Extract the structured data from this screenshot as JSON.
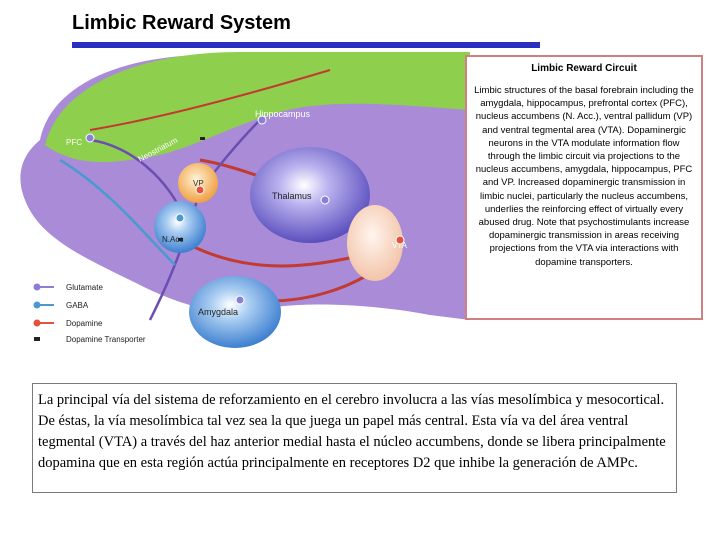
{
  "header": {
    "title": "Limbic Reward System"
  },
  "diagram": {
    "regions": {
      "hippocampus": "Hippocampus",
      "pfc": "PFC",
      "neostriatum": "Neostriatum",
      "vp": "VP",
      "thalamus": "Thalamus",
      "nacc": "N.Acc",
      "vta": "VTA",
      "amygdala": "Amygdala"
    },
    "legend": [
      {
        "label": "Glutamate",
        "color": "#8a7fd6"
      },
      {
        "label": "GABA",
        "color": "#4a9ad0"
      },
      {
        "label": "Dopamine",
        "color": "#e2523c"
      },
      {
        "label": "Dopamine Transporter",
        "color": "#222222"
      }
    ],
    "colors": {
      "cortex": "#a98bd8",
      "hippocampus_band": "#8ecf4d",
      "thalamus": "#6f62c9",
      "amygdala": "#4f8ed6",
      "pathway_red": "#c23a30",
      "pathway_purple": "#6a4fb0"
    }
  },
  "infobox": {
    "title": "Limbic Reward Circuit",
    "text": "Limbic structures of the basal forebrain including the amygdala, hippocampus, prefrontal cortex (PFC), nucleus accumbens (N. Acc.), ventral pallidum (VP) and ventral tegmental area (VTA). Dopaminergic neurons in the VTA modulate information flow through the limbic circuit via projections to the nucleus accumbens, amygdala, hippocampus, PFC and VP. Increased dopaminergic transmission in limbic nuclei, particularly the nucleus accumbens, underlies the reinforcing effect of virtually every abused drug. Note that psychostimulants increase dopaminergic transmission in areas receiving projections from the VTA via interactions with dopamine transporters."
  },
  "caption": {
    "text": "La principal vía del sistema de reforzamiento en el cerebro involucra a las vías mesolímbica y mesocortical. De éstas, la vía mesolímbica tal vez sea la que juega un papel más central. Esta vía va del área ventral tegmental (VTA) a través del haz anterior medial  hasta el núcleo accumbens, donde se libera principalmente dopamina que en esta región actúa principalmente en receptores D2 que inhibe la generación de AMPc."
  }
}
